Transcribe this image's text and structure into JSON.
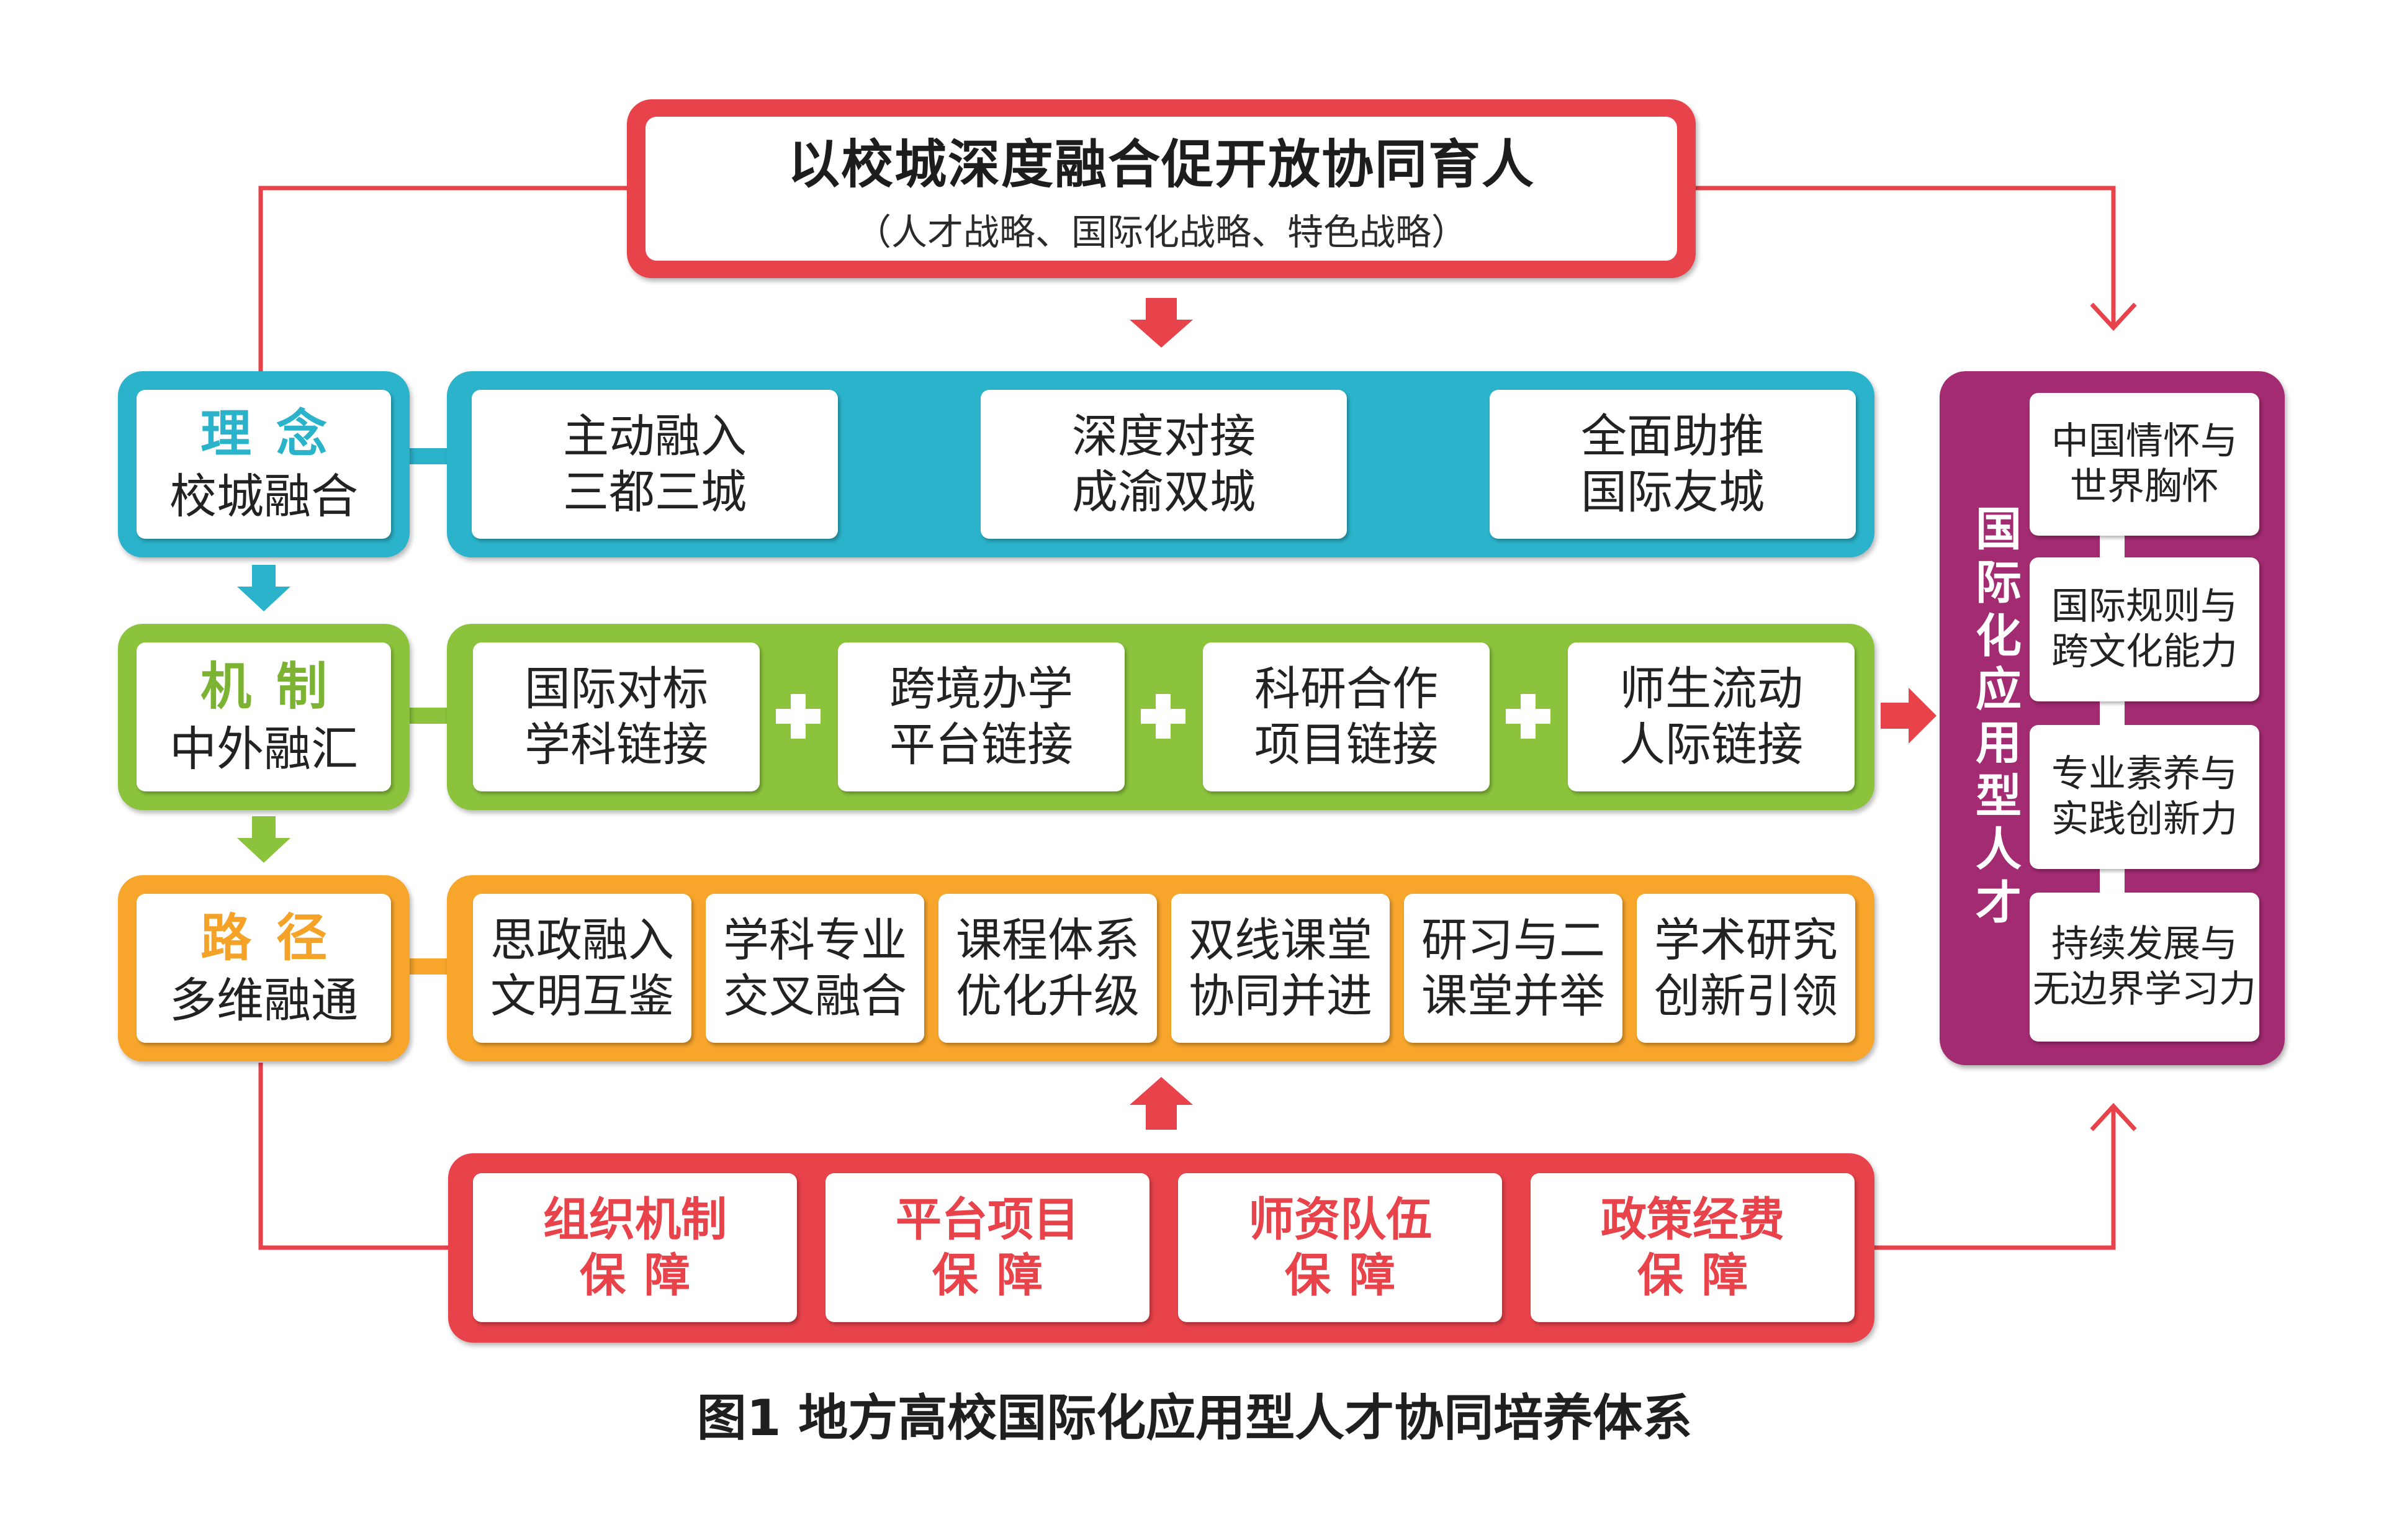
{
  "title": {
    "main": "以校城深度融合促开放协同育人",
    "sub": "（人才战略、国际化战略、特色战略）"
  },
  "rows": {
    "concept": {
      "label": "理念",
      "sub": "校城融合",
      "items": [
        {
          "l1": "主动融入",
          "l2": "三都三城"
        },
        {
          "l1": "深度对接",
          "l2": "成渝双城"
        },
        {
          "l1": "全面助推",
          "l2": "国际友城"
        }
      ]
    },
    "mechanism": {
      "label": "机制",
      "sub": "中外融汇",
      "items": [
        {
          "l1": "国际对标",
          "l2": "学科链接"
        },
        {
          "l1": "跨境办学",
          "l2": "平台链接"
        },
        {
          "l1": "科研合作",
          "l2": "项目链接"
        },
        {
          "l1": "师生流动",
          "l2": "人际链接"
        }
      ]
    },
    "path": {
      "label": "路径",
      "sub": "多维融通",
      "items": [
        {
          "l1": "思政融入",
          "l2": "文明互鉴"
        },
        {
          "l1": "学科专业",
          "l2": "交叉融合"
        },
        {
          "l1": "课程体系",
          "l2": "优化升级"
        },
        {
          "l1": "双线课堂",
          "l2": "协同并进"
        },
        {
          "l1": "研习与二",
          "l2": "课堂并举"
        },
        {
          "l1": "学术研究",
          "l2": "创新引领"
        }
      ]
    }
  },
  "supports": [
    {
      "l1": "组织机制",
      "l2": "保障"
    },
    {
      "l1": "平台项目",
      "l2": "保障"
    },
    {
      "l1": "师资队伍",
      "l2": "保障"
    },
    {
      "l1": "政策经费",
      "l2": "保障"
    }
  ],
  "output": {
    "title": "国际化应用型人才",
    "items": [
      {
        "l1": "中国情怀与",
        "l2": "世界胸怀"
      },
      {
        "l1": "国际规则与",
        "l2": "跨文化能力"
      },
      {
        "l1": "专业素养与",
        "l2": "实践创新力"
      },
      {
        "l1": "持续发展与",
        "l2": "无边界学习力"
      }
    ]
  },
  "caption": "图1  地方高校国际化应用型人才协同培养体系",
  "colors": {
    "red": "#e8424a",
    "blue": "#2bb3cb",
    "green": "#8bc43c",
    "orange": "#f7a52b",
    "purple": "#a32b72"
  }
}
